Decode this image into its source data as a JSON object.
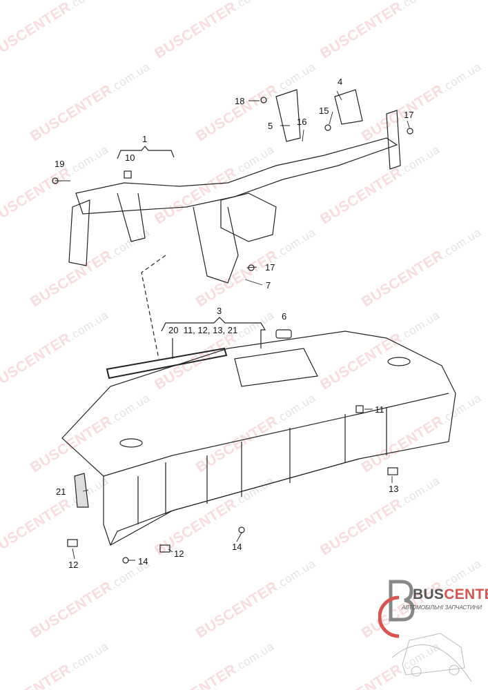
{
  "watermark": {
    "brand": "BUSCENTER",
    "domain": ".com.ua"
  },
  "logo": {
    "name_part1": "BUS",
    "name_part2": "CENTER",
    "tagline": "АВТОМОБІЛЬНІ ЗАПЧАСТИНИ"
  },
  "callouts": {
    "c1": "1",
    "c10": "10",
    "c19": "19",
    "c18": "18",
    "c4": "4",
    "c15": "15",
    "c16": "16",
    "c5": "5",
    "c17a": "17",
    "c17b": "17",
    "c7": "7",
    "c3": "3",
    "c3sub": "20  11, 12, 13, 21",
    "c6": "6",
    "c11": "11",
    "c21": "21",
    "c13": "13",
    "c14a": "14",
    "c14b": "14",
    "c12a": "12",
    "c12b": "12"
  },
  "colors": {
    "watermark_red": "#e65a5a",
    "line": "#222222"
  }
}
